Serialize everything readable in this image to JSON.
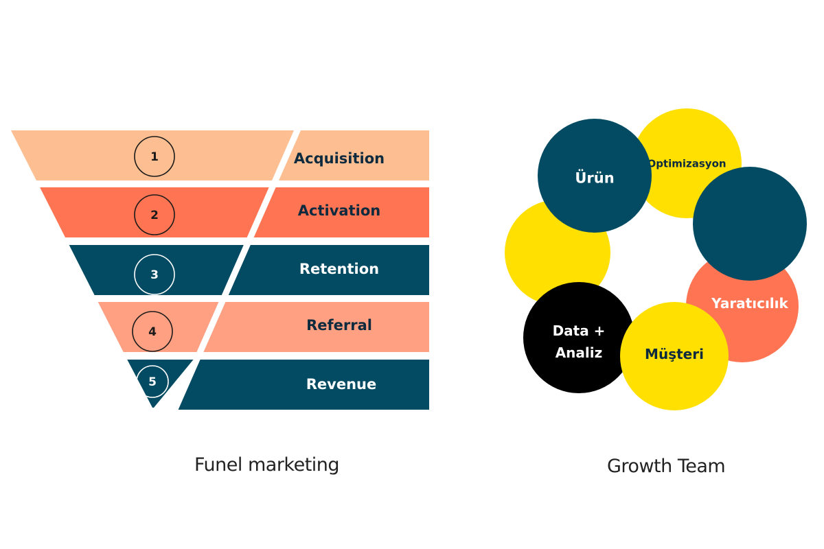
{
  "funnel": {
    "caption": "Funel marketing",
    "stages": [
      {
        "number": "1",
        "label": "Acquisition",
        "color": "#FDBF91",
        "text_color": "#0E2A3E",
        "ring_color": "#1A1A1A"
      },
      {
        "number": "2",
        "label": "Activation",
        "color": "#FF7452",
        "text_color": "#0E2A3E",
        "ring_color": "#1A1A1A"
      },
      {
        "number": "3",
        "label": "Retention",
        "color": "#024B63",
        "text_color": "#FFFFFF",
        "ring_color": "#FFFFFF"
      },
      {
        "number": "4",
        "label": "Referral",
        "color": "#FEA081",
        "text_color": "#0E2A3E",
        "ring_color": "#1A1A1A"
      },
      {
        "number": "5",
        "label": "Revenue",
        "color": "#024B63",
        "text_color": "#FFFFFF",
        "ring_color": "#FFFFFF"
      }
    ]
  },
  "growth_team": {
    "caption": "Growth Team",
    "circles": [
      {
        "id": "optimizasyon",
        "label": "Optimizasyon",
        "color": "#FFE000",
        "text_color": "#0E2A3E"
      },
      {
        "id": "left-yellow",
        "label": "",
        "color": "#FFE000",
        "text_color": "#0E2A3E"
      },
      {
        "id": "urun",
        "label": "Ürün",
        "color": "#024B63",
        "text_color": "#FFFFFF"
      },
      {
        "id": "yaraticilik",
        "label": "Yaratıcılık",
        "color": "#FF7452",
        "text_color": "#FFFFFF"
      },
      {
        "id": "right-teal",
        "label": "",
        "color": "#024B63",
        "text_color": "#FFFFFF"
      },
      {
        "id": "data-analiz",
        "label": "Data +\nAnaliz",
        "color": "#000000",
        "text_color": "#FFFFFF"
      },
      {
        "id": "musteri",
        "label": "Müşteri",
        "color": "#FFE000",
        "text_color": "#0E2A3E"
      }
    ]
  }
}
